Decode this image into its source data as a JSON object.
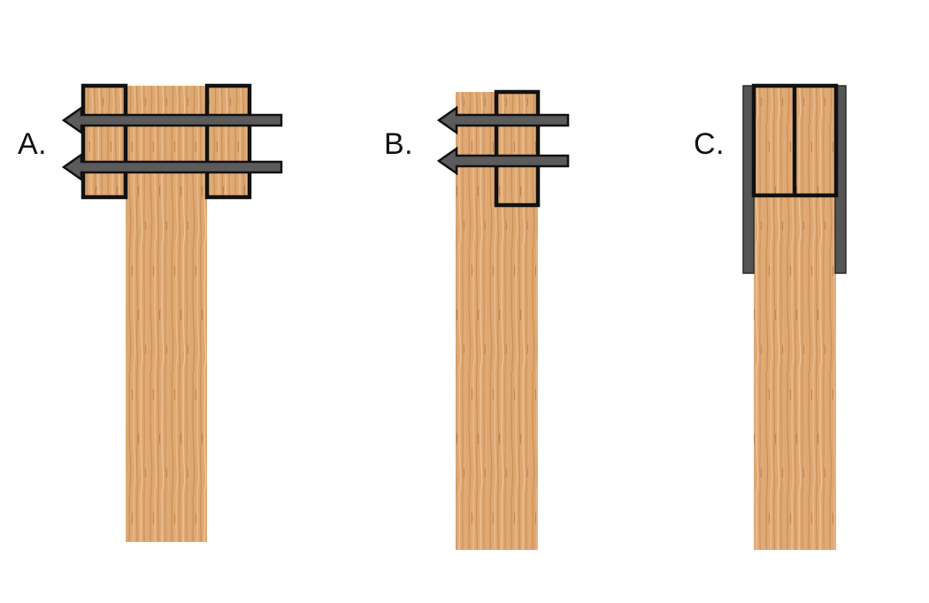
{
  "figure": {
    "panels": [
      {
        "id": "a",
        "label": "A.",
        "arrow_count": 2
      },
      {
        "id": "b",
        "label": "B.",
        "arrow_count": 2
      },
      {
        "id": "c",
        "label": "C.",
        "arrow_count": 0
      }
    ]
  },
  "colors": {
    "background": "#ffffff",
    "wood_light": "#e2ad7a",
    "wood_mid": "#d49a63",
    "wood_dark": "#c07e48",
    "outline": "#111111",
    "arrow_fill": "#5b5b5b",
    "plate_fill": "#555555"
  },
  "icons": {
    "fastener_arrow": "left-arrow-icon"
  }
}
